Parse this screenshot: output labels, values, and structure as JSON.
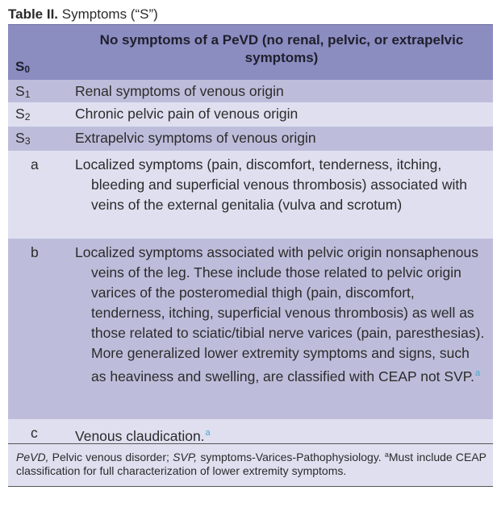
{
  "caption": {
    "label": "Table II.",
    "title": "Symptoms (“S”)"
  },
  "header": {
    "code_base": "S",
    "code_sub": "0",
    "description": "No symptoms of a PeVD (no renal, pelvic, or extrapelvic symptoms)"
  },
  "rows": [
    {
      "code_base": "S",
      "code_sub": "1",
      "text": "Renal symptoms of venous origin"
    },
    {
      "code_base": "S",
      "code_sub": "2",
      "text": "Chronic pelvic pain of venous origin"
    },
    {
      "code_base": "S",
      "code_sub": "3",
      "text": "Extrapelvic symptoms of venous origin"
    },
    {
      "code": "a",
      "text": "Localized symptoms (pain, discomfort, tenderness, itching, bleeding and superficial venous thrombosis) associated with veins of the external genitalia (vulva and scrotum)"
    },
    {
      "code": "b",
      "text": "Localized symptoms associated with pelvic origin nonsaphenous veins of the leg. These include those related to pelvic origin varices of the posteromedial thigh (pain, discomfort, tenderness, itching, superficial venous thrombosis) as well as those related to sciatic/tibial nerve varices (pain, paresthesias). More generalized lower extremity symptoms and signs, such as heaviness and swelling, are classified with CEAP not SVP.",
      "note_mark": "a"
    },
    {
      "code": "c",
      "text": "Venous claudication.",
      "note_mark": "a"
    }
  ],
  "footnote": {
    "abbr1_term": "PeVD,",
    "abbr1_def": " Pelvic venous disorder; ",
    "abbr2_term": "SVP,",
    "abbr2_def": " symptoms-Varices-Pathophysiology.",
    "note_mark": "a",
    "note_text": "Must include CEAP classification for full characterization of lower extremity symptoms."
  },
  "colors": {
    "header_bg": "#8b8cc0",
    "dark_row": "#bdbddb",
    "light_row": "#dfdff0",
    "footnote_marker": "#4aa5c9"
  }
}
